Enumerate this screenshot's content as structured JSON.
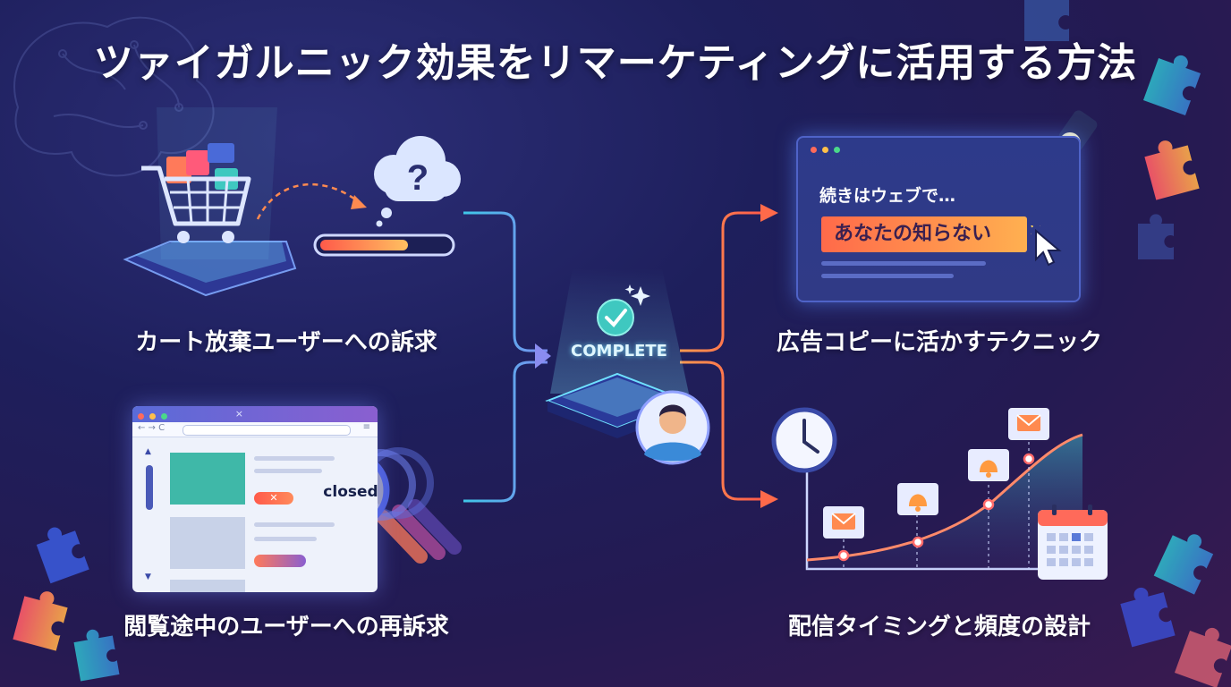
{
  "title": "ツァイガルニック効果をリマーケティングに活用する方法",
  "labels": {
    "cart": "カート放棄ユーザーへの訴求",
    "browsing": "閲覧途中のユーザーへの再訴求",
    "adcopy": "広告コピーに活かすテクニック",
    "timing": "配信タイミングと頻度の設計"
  },
  "center_badge": "COMPLETE",
  "closed_text": "closed",
  "ad_window": {
    "continuation": "続きはウェブで…",
    "highlight": "あなたの知らない"
  },
  "colors": {
    "accent_teal": "#4fd6e8",
    "accent_orange": "#ff7a4a",
    "accent_purple": "#8a5fd0"
  },
  "icons": [
    "shopping-cart-icon",
    "question-cloud-icon",
    "progress-bar-icon",
    "magnifier-icon",
    "checkmark-icon",
    "user-avatar-icon",
    "spotlight-icon",
    "cursor-icon",
    "clock-icon",
    "mail-icon",
    "bell-icon",
    "calendar-icon",
    "puzzle-icon",
    "brain-icon"
  ]
}
